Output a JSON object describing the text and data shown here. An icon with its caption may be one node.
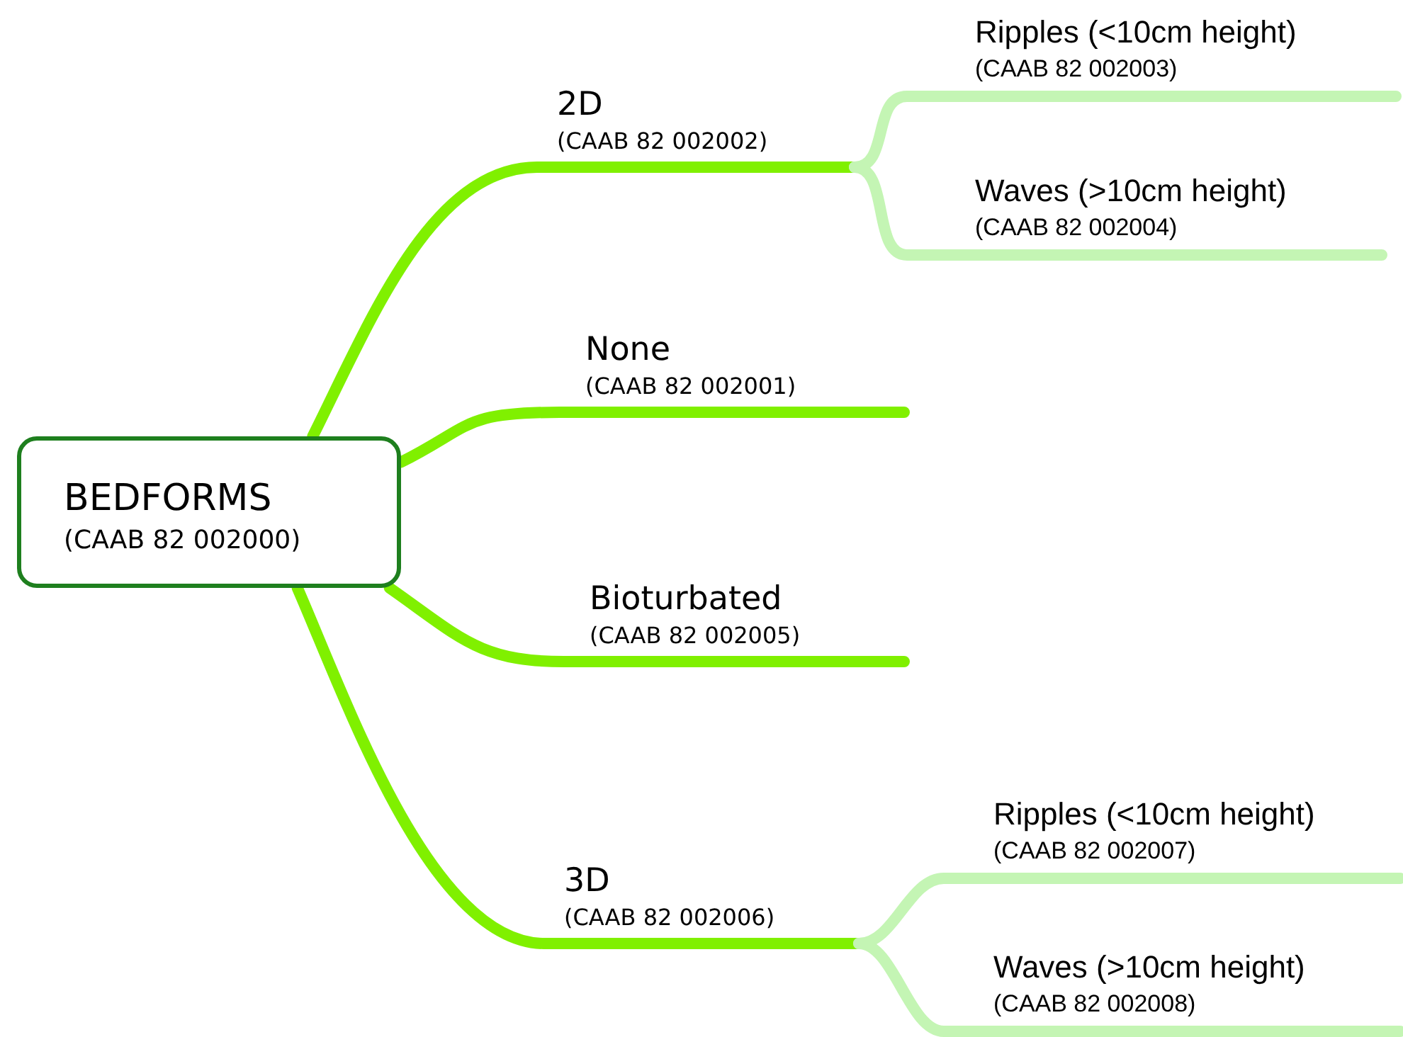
{
  "diagram": {
    "nodes": [
      {
        "text": [
          "BEDFORMS",
          "(CAAB 82 002000)"
        ]
      },
      {
        "text": [
          "2D",
          "(CAAB 82 002002)"
        ]
      },
      {
        "text": [
          "Ripples (<10cm height)",
          "(CAAB 82 002003)"
        ]
      },
      {
        "text": [
          "Waves (>10cm height)",
          "(CAAB 82 002004)"
        ]
      },
      {
        "text": [
          "None",
          "(CAAB 82 002001)"
        ]
      },
      {
        "text": [
          "Bioturbated",
          "(CAAB 82 002005)"
        ]
      },
      {
        "text": [
          "3D",
          "(CAAB 82 002006)"
        ]
      },
      {
        "text": [
          "Ripples (<10cm height)",
          "(CAAB 82 002007)"
        ]
      },
      {
        "text": [
          "Waves (>10cm height)",
          "(CAAB 82 002008)"
        ]
      }
    ],
    "edges": [
      {
        "from": 0,
        "to": 1,
        "arrow": "none"
      },
      {
        "from": 1,
        "to": 2,
        "arrow": "none",
        "color": "#c4f5b4"
      },
      {
        "from": 1,
        "to": 3,
        "arrow": "none",
        "color": "#c4f5b4"
      },
      {
        "from": 0,
        "to": 4,
        "arrow": "none"
      },
      {
        "from": 0,
        "to": 5,
        "arrow": "none"
      },
      {
        "from": 0,
        "to": 6,
        "arrow": "none"
      },
      {
        "from": 6,
        "to": 7,
        "arrow": "none",
        "color": "#c4f5b4"
      },
      {
        "from": 6,
        "to": 8,
        "arrow": "none",
        "color": "#c4f5b4"
      }
    ]
  }
}
